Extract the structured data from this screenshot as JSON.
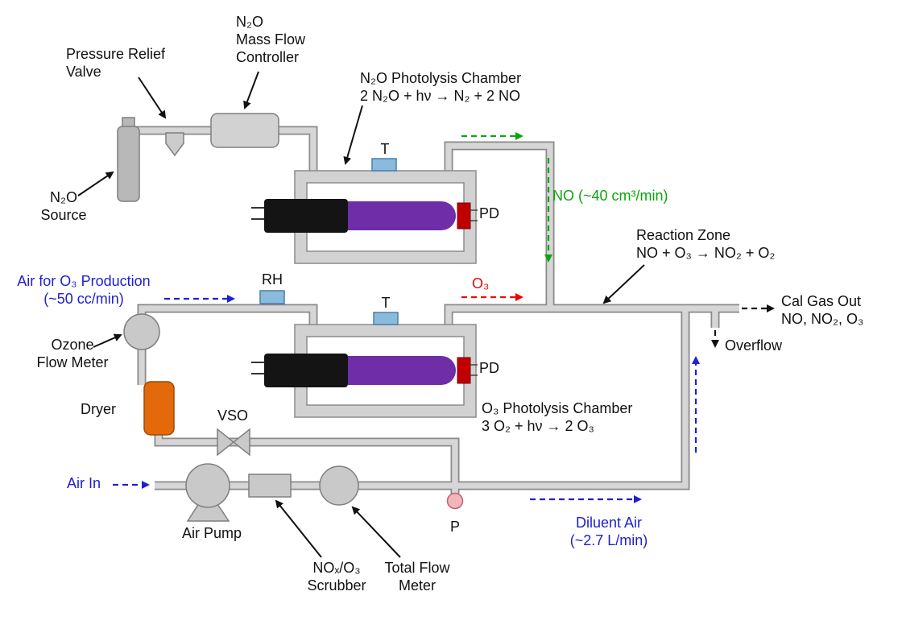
{
  "colors": {
    "pipe_fill": "#d6d6d6",
    "pipe_outline": "#8a8a8a",
    "component_fill": "#cccccc",
    "component_outline": "#7f7f7f",
    "lamp_black": "#141414",
    "lamp_purple": "#6f2da8",
    "photodiode_red": "#c00000",
    "sensor_blue": "#8abbdd",
    "dryer_orange": "#e3690b",
    "pressure_sensor_pink": "#f2b6ba",
    "flow_no_green": "#0da50d",
    "flow_air_blue": "#2020cf",
    "flow_o3_red": "#f40000",
    "annotation_black": "#111111"
  },
  "labels": {
    "pressure_relief_valve": {
      "line1": "Pressure Relief",
      "line2": "Valve"
    },
    "n2o_mass_flow_controller": {
      "line1": "N₂O",
      "line2": "Mass Flow",
      "line3": "Controller"
    },
    "n2o_source": {
      "line1": "N₂O",
      "line2": "Source"
    },
    "n2o_photolysis_chamber": {
      "line1": "N₂O Photolysis Chamber",
      "line2": "2 N₂O + hν → N₂ + 2 NO"
    },
    "temperature_sensor_1": "T",
    "photodetector_1": "PD",
    "no_flow": "NO (~40 cm³/min)",
    "reaction_zone": {
      "line1": "Reaction Zone",
      "line2": "NO + O₃ → NO₂ + O₂"
    },
    "cal_gas_out": {
      "line1": "Cal Gas Out",
      "line2": "NO, NO₂, O₃"
    },
    "overflow": "Overflow",
    "air_for_o3": {
      "line1": "Air for O₃ Production",
      "line2": "(~50 cc/min)"
    },
    "rh_sensor": "RH",
    "temperature_sensor_2": "T",
    "photodetector_2": "PD",
    "o3_flow": "O₃",
    "ozone_flow_meter": {
      "line1": "Ozone",
      "line2": "Flow Meter"
    },
    "dryer": "Dryer",
    "vso_valve": "VSO",
    "o3_photolysis_chamber": {
      "line1": "O₃ Photolysis Chamber",
      "line2": "3 O₂ + hν → 2 O₃"
    },
    "air_in": "Air In",
    "air_pump": "Air Pump",
    "scrubber": {
      "line1": "NOₓ/O₃",
      "line2": "Scrubber"
    },
    "total_flow_meter": {
      "line1": "Total Flow",
      "line2": "Meter"
    },
    "pressure_sensor": "P",
    "diluent_air": {
      "line1": "Diluent Air",
      "line2": "(~2.7 L/min)"
    }
  }
}
